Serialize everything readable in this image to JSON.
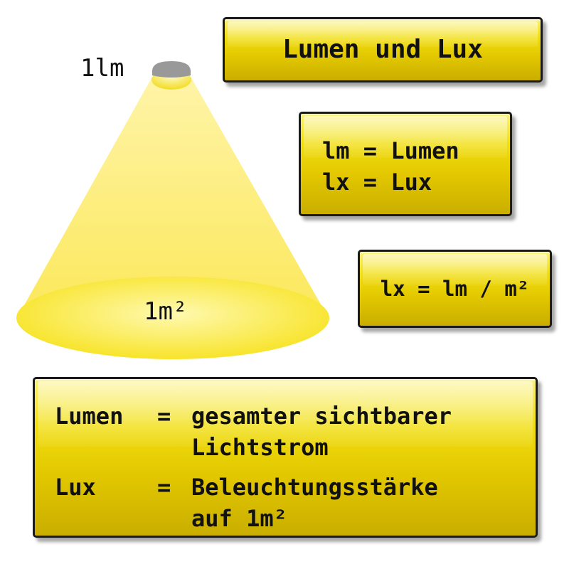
{
  "diagram": {
    "light_source_label": "1lm",
    "area_label": "1m²",
    "colors": {
      "beam_top": "#fff4a8",
      "beam_bottom": "#fbe85a",
      "spot": "#f7e21e",
      "spot_center": "#fff9b0",
      "lamp": "#999999",
      "box_fill": "#e8cf00",
      "box_border": "#1a1a1a"
    }
  },
  "title_box": {
    "text": "Lumen und Lux"
  },
  "abbreviations": [
    {
      "symbol": "lm",
      "equals": "=",
      "meaning": "Lumen"
    },
    {
      "symbol": "lx",
      "equals": "=",
      "meaning": "Lux"
    }
  ],
  "formula_box": {
    "text": "lx = lm / m²"
  },
  "definitions": [
    {
      "term": "Lumen",
      "equals": "=",
      "line1": "gesamter sichtbarer",
      "line2": "Lichtstrom"
    },
    {
      "term": "Lux",
      "equals": "=",
      "line1": "Beleuchtungsstärke",
      "line2": "auf 1m²"
    }
  ]
}
